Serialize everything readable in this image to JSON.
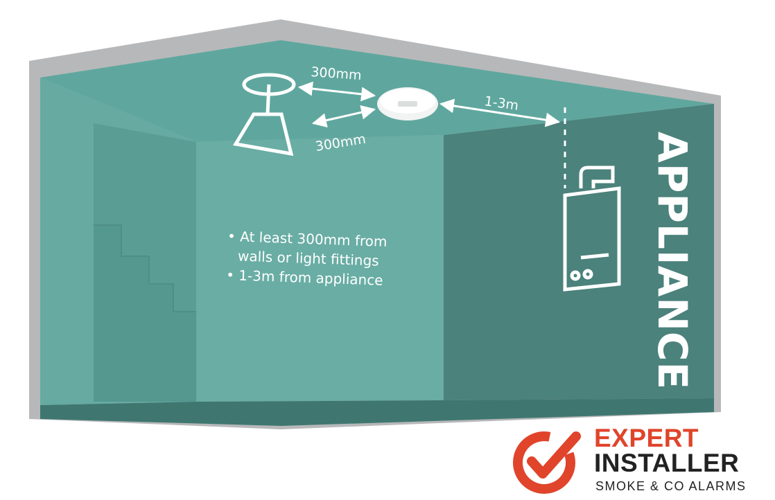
{
  "diagram": {
    "labels": {
      "light_gap": "300mm",
      "wall_gap": "300mm",
      "appliance_gap": "1-3m",
      "appliance_word": "APPLIANCE"
    },
    "guidance": [
      "• At least 300mm from",
      "walls or light fittings",
      "• 1-3m from appliance"
    ],
    "colors": {
      "frame": "#b7b8ba",
      "ceiling": "#5fa79e",
      "left_wall": "#66aaa1",
      "right_wall": "#4b827b",
      "doorway": "#599d94",
      "label": "#ffffff"
    },
    "icons": [
      "ceiling-light-icon",
      "co-alarm-icon",
      "boiler-icon"
    ]
  },
  "logo": {
    "line1": "EXPERT",
    "line2": "INSTALLER",
    "line3": "SMOKE & CO ALARMS",
    "accent_color": "#e0442b",
    "text_color": "#222222"
  }
}
